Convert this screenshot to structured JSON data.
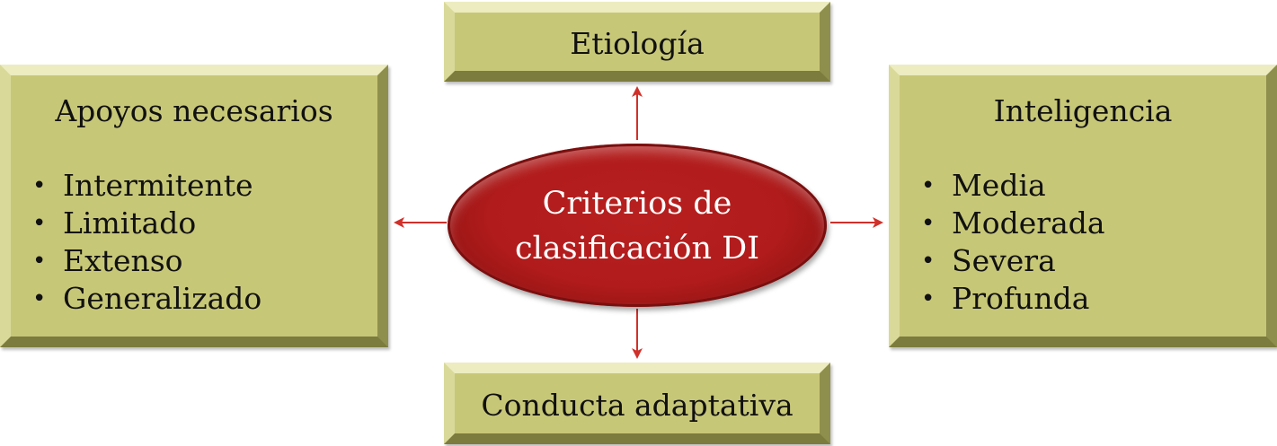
{
  "center": {
    "line1": "Criterios de",
    "line2": "clasificación DI",
    "fill": "#b11b1b"
  },
  "etiologia": {
    "title": "Etiología"
  },
  "conducta": {
    "title": "Conducta adaptativa"
  },
  "apoyos": {
    "title": "Apoyos necesarios",
    "items": [
      "Intermitente",
      "Limitado",
      "Extenso",
      "Generalizado"
    ]
  },
  "inteligencia": {
    "title": "Inteligencia",
    "items": [
      "Media",
      "Moderada",
      "Severa",
      "Profunda"
    ]
  },
  "colors": {
    "box": "#c7c778",
    "arrow": "#d0302a"
  }
}
